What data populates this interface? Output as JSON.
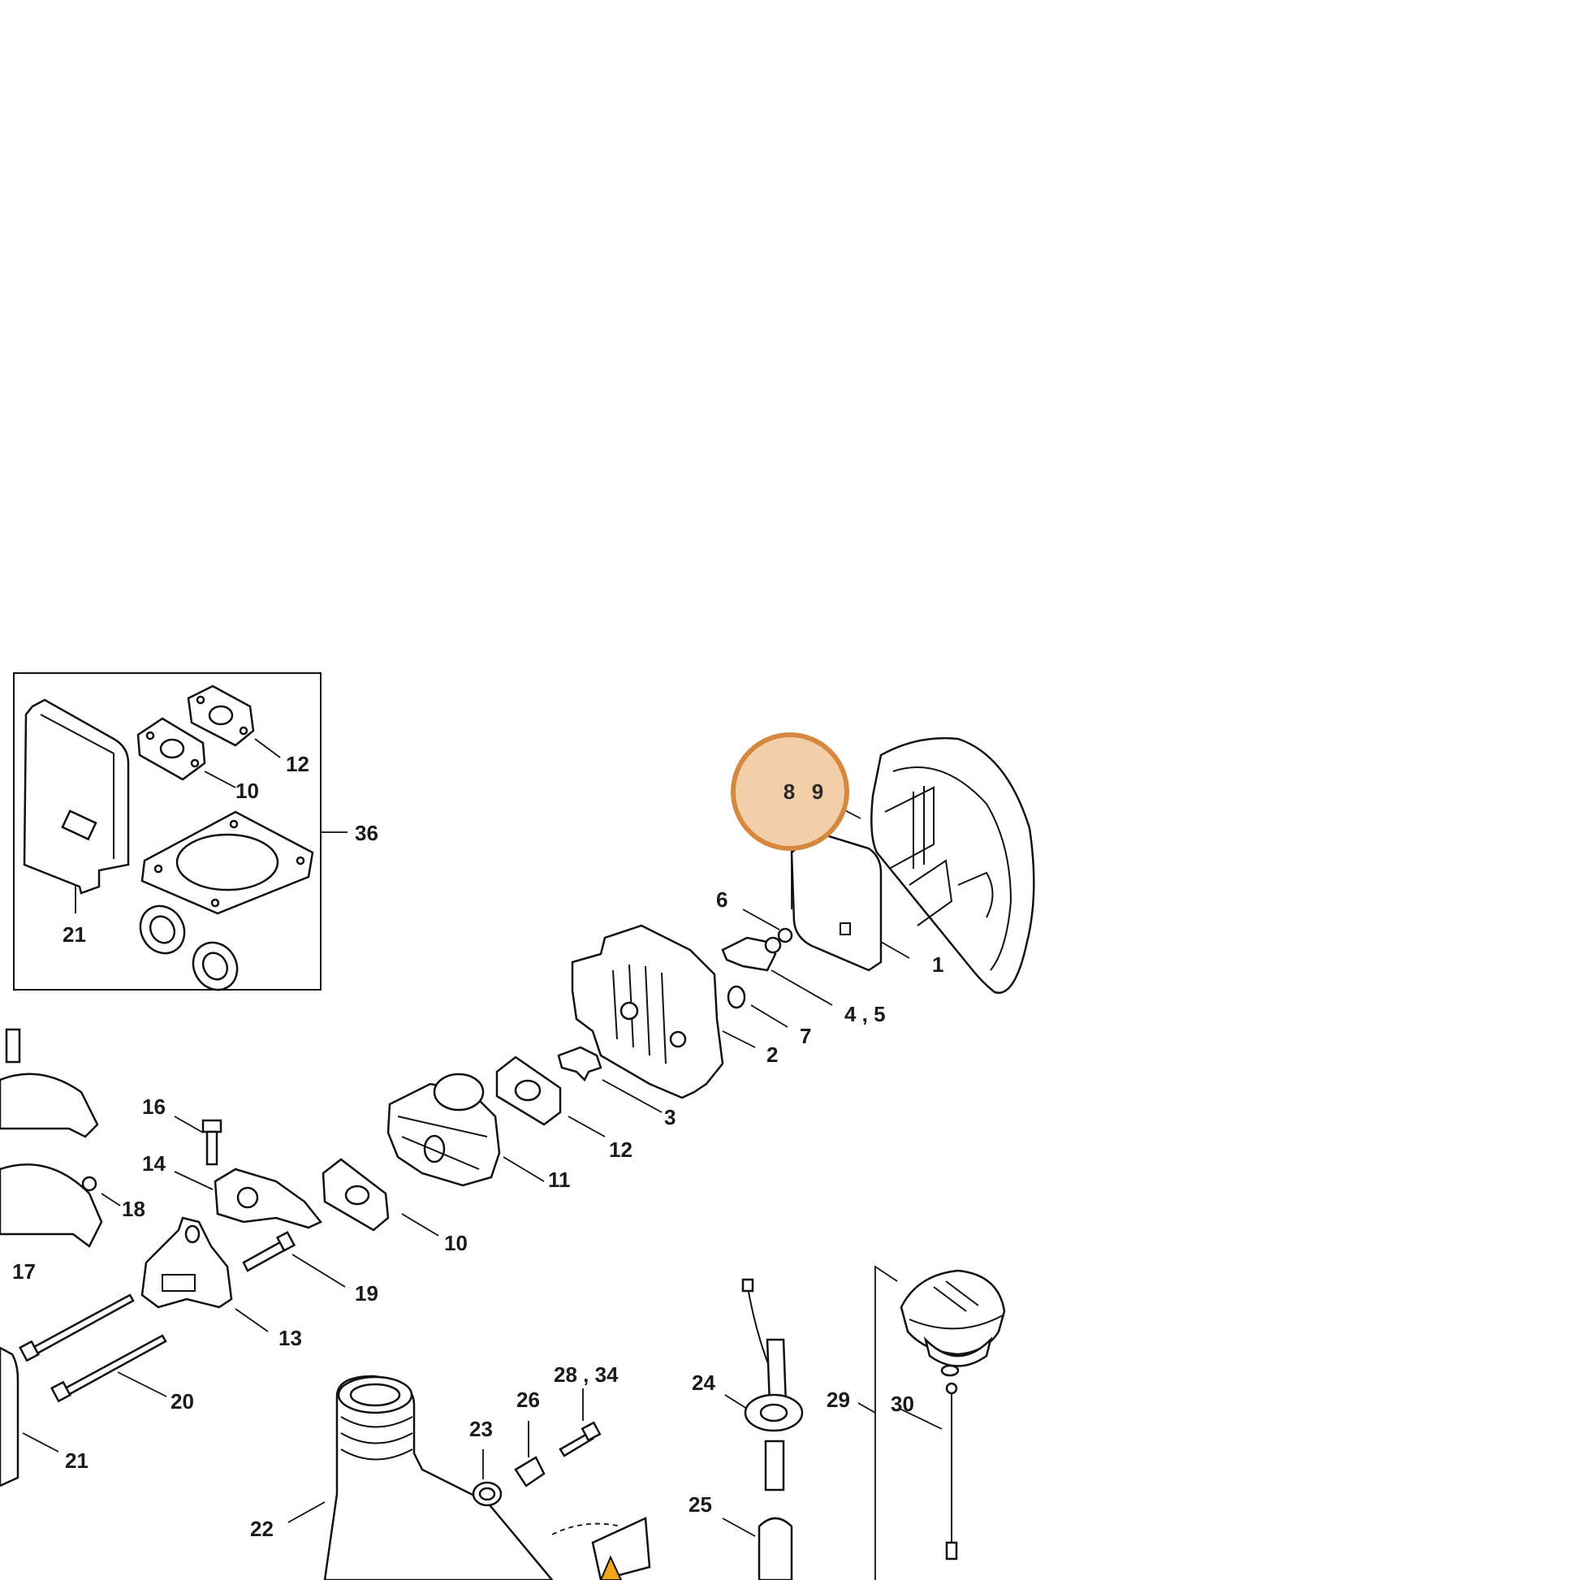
{
  "highlight": {
    "labels": [
      "8",
      "9"
    ],
    "fill": "#f3cfa9",
    "stroke": "#d6883f"
  },
  "labels": {
    "l1": "1",
    "l2": "2",
    "l3": "3",
    "l45": "4 , 5",
    "l6": "6",
    "l7": "7",
    "l10a": "10",
    "l10b": "10",
    "l11": "11",
    "l12a": "12",
    "l12b": "12",
    "l13": "13",
    "l14": "14",
    "l16": "16",
    "l17": "17",
    "l18": "18",
    "l19": "19",
    "l20": "20",
    "l21a": "21",
    "l21b": "21",
    "l22": "22",
    "l23": "23",
    "l24": "24",
    "l25": "25",
    "l26": "26",
    "l2834": "28 , 34",
    "l29": "29",
    "l30": "30",
    "l36": "36"
  }
}
